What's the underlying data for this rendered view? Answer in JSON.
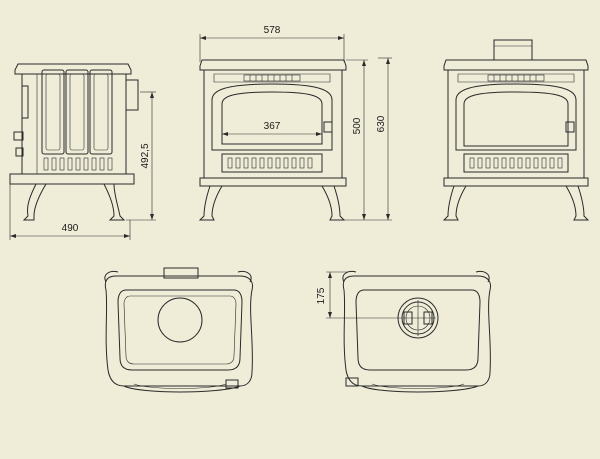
{
  "drawing": {
    "background": "#efecd8",
    "line_color": "#2a2a2a",
    "dimensions": {
      "side_width": "490",
      "side_height": "492,5",
      "front_width": "578",
      "front_height": "500",
      "overall_height": "630",
      "firebox_width": "367",
      "flue_offset": "175"
    }
  }
}
